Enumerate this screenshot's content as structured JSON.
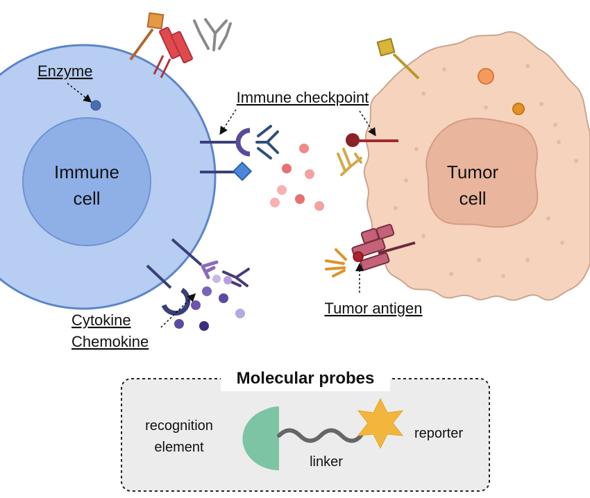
{
  "labels": {
    "enzyme": "Enzyme",
    "immune_checkpoint": "Immune checkpoint",
    "immune_cell": [
      "Immune",
      "cell"
    ],
    "tumor_cell": [
      "Tumor",
      "cell"
    ],
    "tumor_antigen": "Tumor antigen",
    "cytokine": "Cytokine",
    "chemokine": "Chemokine"
  },
  "probes": {
    "title": "Molecular probes",
    "recognition_element": [
      "recognition",
      "element"
    ],
    "linker": "linker",
    "reporter": "reporter"
  },
  "colors": {
    "immune_cell_fill": "#b7cdf2",
    "immune_cell_stroke": "#5b85c8",
    "nucleus_fill": "#8fb0e6",
    "tumor_cell_fill": "#f6d3bd",
    "tumor_nucleus_fill": "#e9b59c",
    "recognition_fill": "#7cc4a3",
    "linker_stroke": "#666666",
    "reporter_fill": "#f3b63c"
  }
}
